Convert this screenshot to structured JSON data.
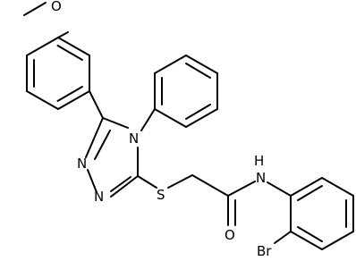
{
  "structure": {
    "atoms": {
      "O": "O",
      "N1": "N",
      "N2": "N",
      "N4": "N",
      "S": "S",
      "O2": "O",
      "NH": "N",
      "H": "H",
      "Br": "Br"
    }
  },
  "colors": {
    "bond": "#000000",
    "label": "#000000",
    "background": "#ffffff"
  }
}
